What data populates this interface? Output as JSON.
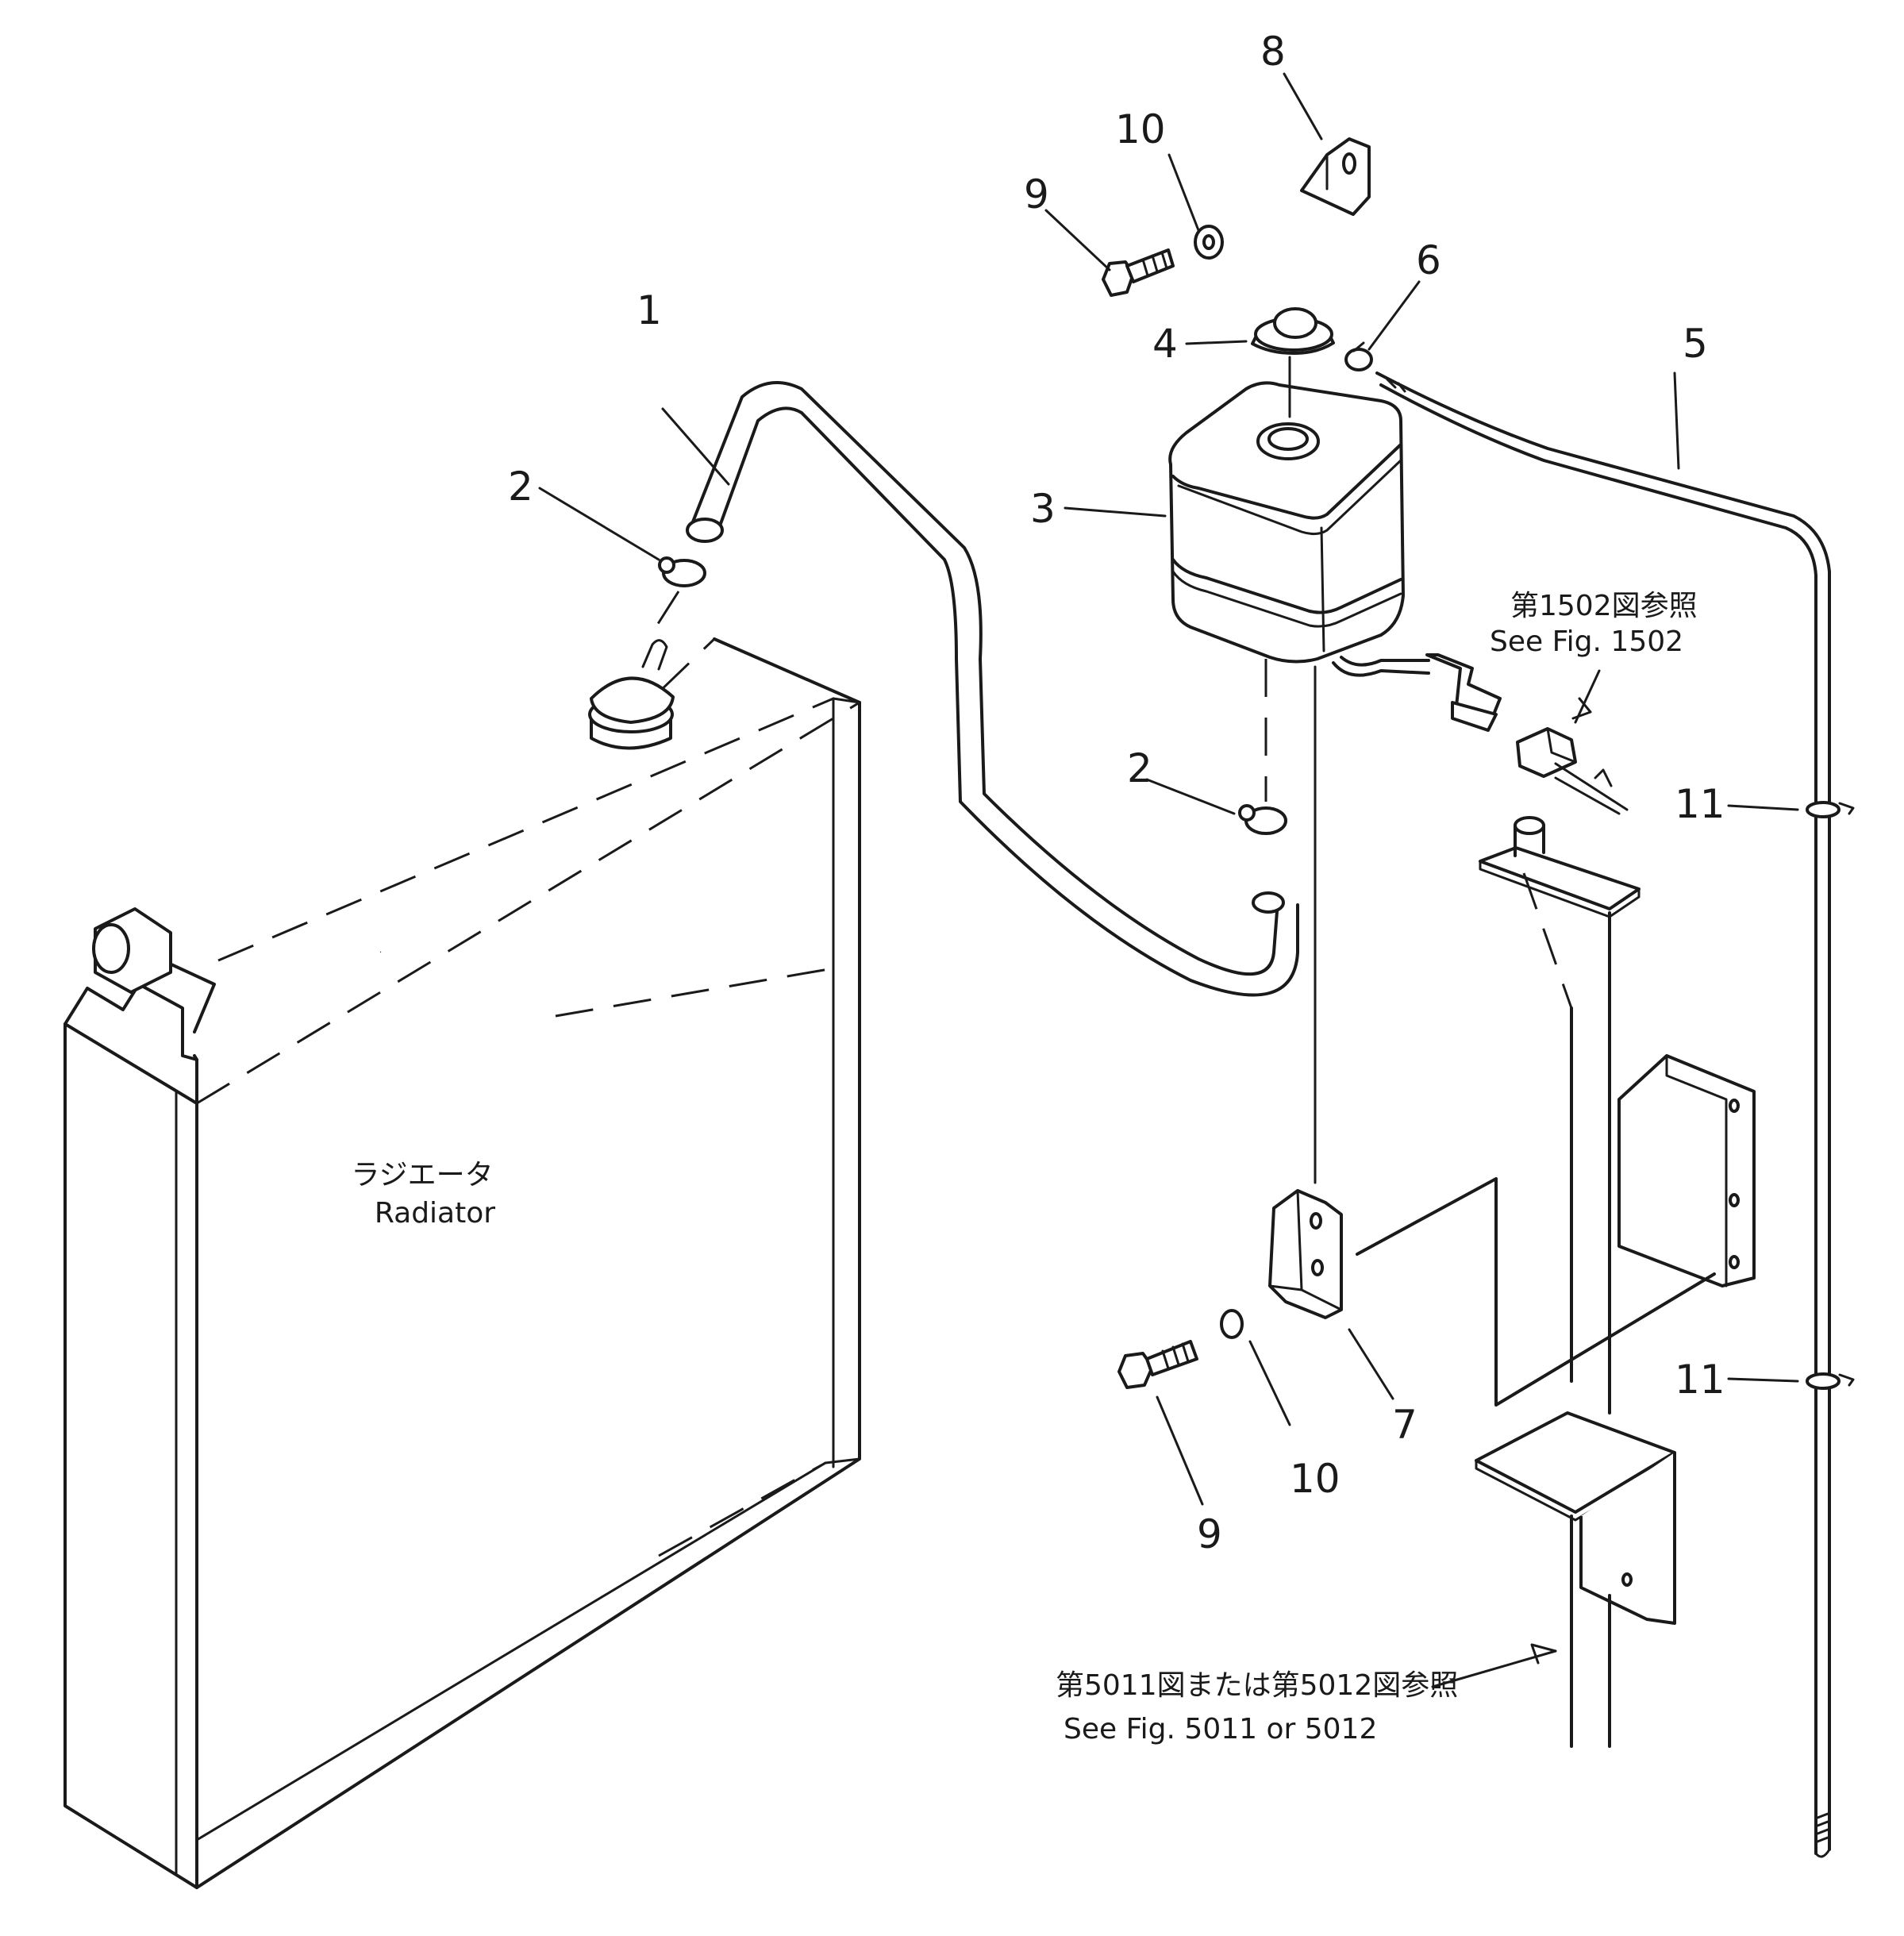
{
  "radiator": {
    "label_ja": "ラジエータ",
    "label_en": "Radiator"
  },
  "callouts": {
    "c1": "1",
    "c2a": "2",
    "c2b": "2",
    "c3": "3",
    "c4": "4",
    "c5": "5",
    "c6": "6",
    "c7": "7",
    "c8": "8",
    "c9a": "9",
    "c9b": "9",
    "c10a": "10",
    "c10b": "10",
    "c11a": "11",
    "c11b": "11"
  },
  "references": {
    "fig1502_ja": "第1502図参照",
    "fig1502_en": "See Fig. 1502",
    "fig5011_ja": "第5011図または第5012図参照",
    "fig5011_en": "See Fig. 5011 or 5012"
  }
}
